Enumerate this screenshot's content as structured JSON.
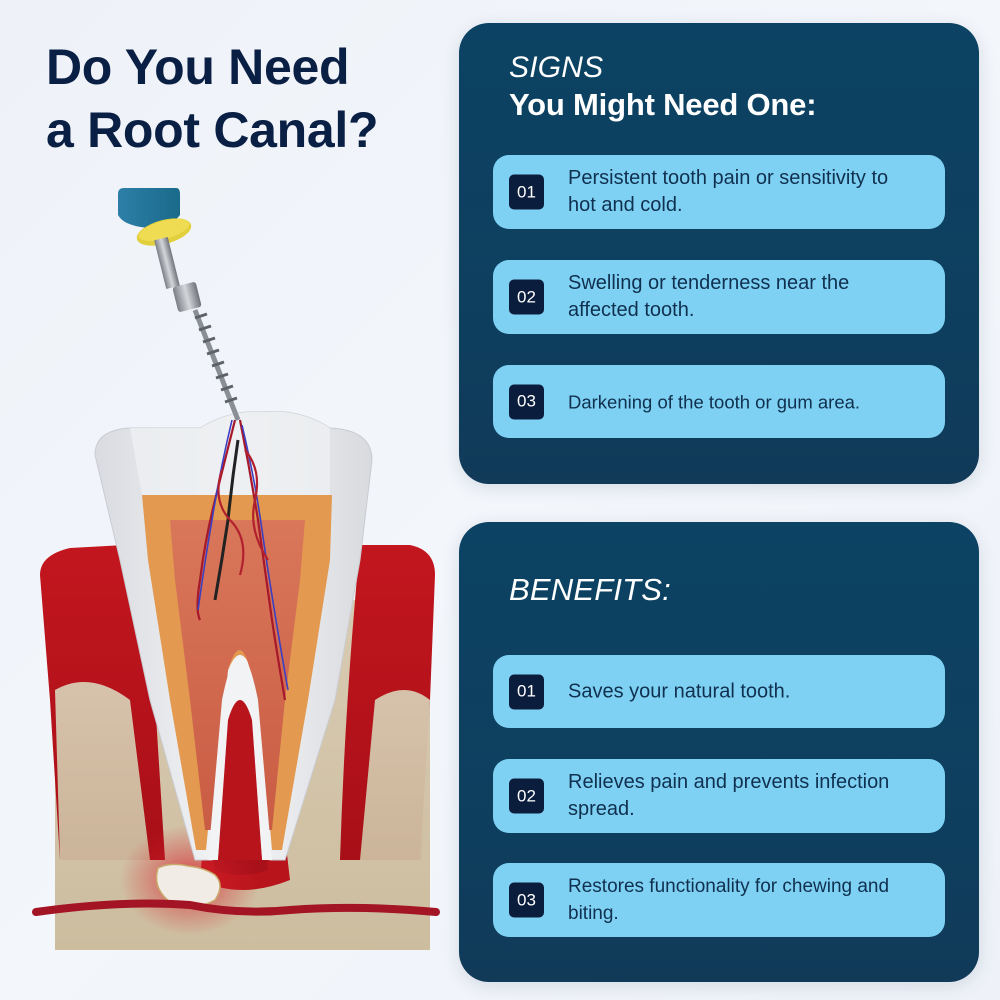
{
  "title": {
    "line1": "Do You Need",
    "line2": "a Root Canal?"
  },
  "illustration": {
    "subject": "root-canal-tooth-cross-section",
    "elements": [
      "endodontic-file-instrument",
      "tooth-crown",
      "dentin",
      "pulp-with-nerves",
      "gum-tissue",
      "jaw-bone",
      "abscess",
      "blood-vessel"
    ]
  },
  "signs": {
    "kicker": "SIGNS",
    "heading": "You Might Need One:",
    "items": [
      {
        "number": "01",
        "text": "Persistent tooth pain or sensitivity to hot and cold."
      },
      {
        "number": "02",
        "text": "Swelling or tenderness near the affected tooth."
      },
      {
        "number": "03",
        "text": "Darkening of the tooth or gum area."
      }
    ]
  },
  "benefits": {
    "kicker": "BENEFITS:",
    "items": [
      {
        "number": "01",
        "text": "Saves your natural tooth."
      },
      {
        "number": "02",
        "text": "Relieves pain and prevents infection spread."
      },
      {
        "number": "03",
        "text": "Restores functionality for chewing and biting."
      }
    ]
  },
  "colors": {
    "title": "#0a1f44",
    "card_background": "#0c4263",
    "item_background": "#7fd1f3",
    "badge_background": "#0b1d3d",
    "item_text": "#10304f",
    "page_background": "#eef2f8"
  }
}
